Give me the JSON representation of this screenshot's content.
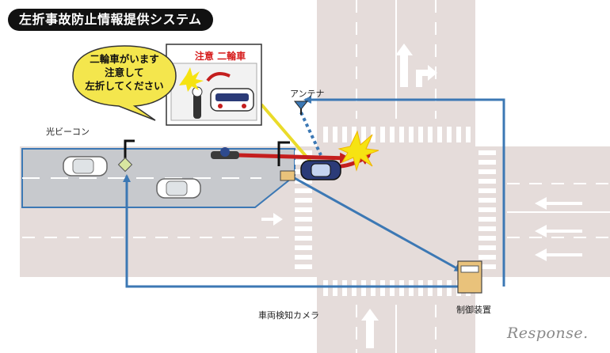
{
  "title": "左折事故防止情報提供システム",
  "sign": {
    "title": "注意 二輪車",
    "bubble_lines": [
      "二輪車がいます",
      "注意して",
      "左折してください"
    ]
  },
  "labels": {
    "antenna": "アンテナ",
    "beacon": "光ビーコン",
    "camera": "車両検知カメラ",
    "controller": "制御装置"
  },
  "watermark": "Response.",
  "colors": {
    "road": "#e5dcda",
    "lane_band": "#c7c9cd",
    "signal_line": "#3c78b4",
    "flow_arrow": "#c41e1e",
    "warning_line": "#eadb2a"
  }
}
